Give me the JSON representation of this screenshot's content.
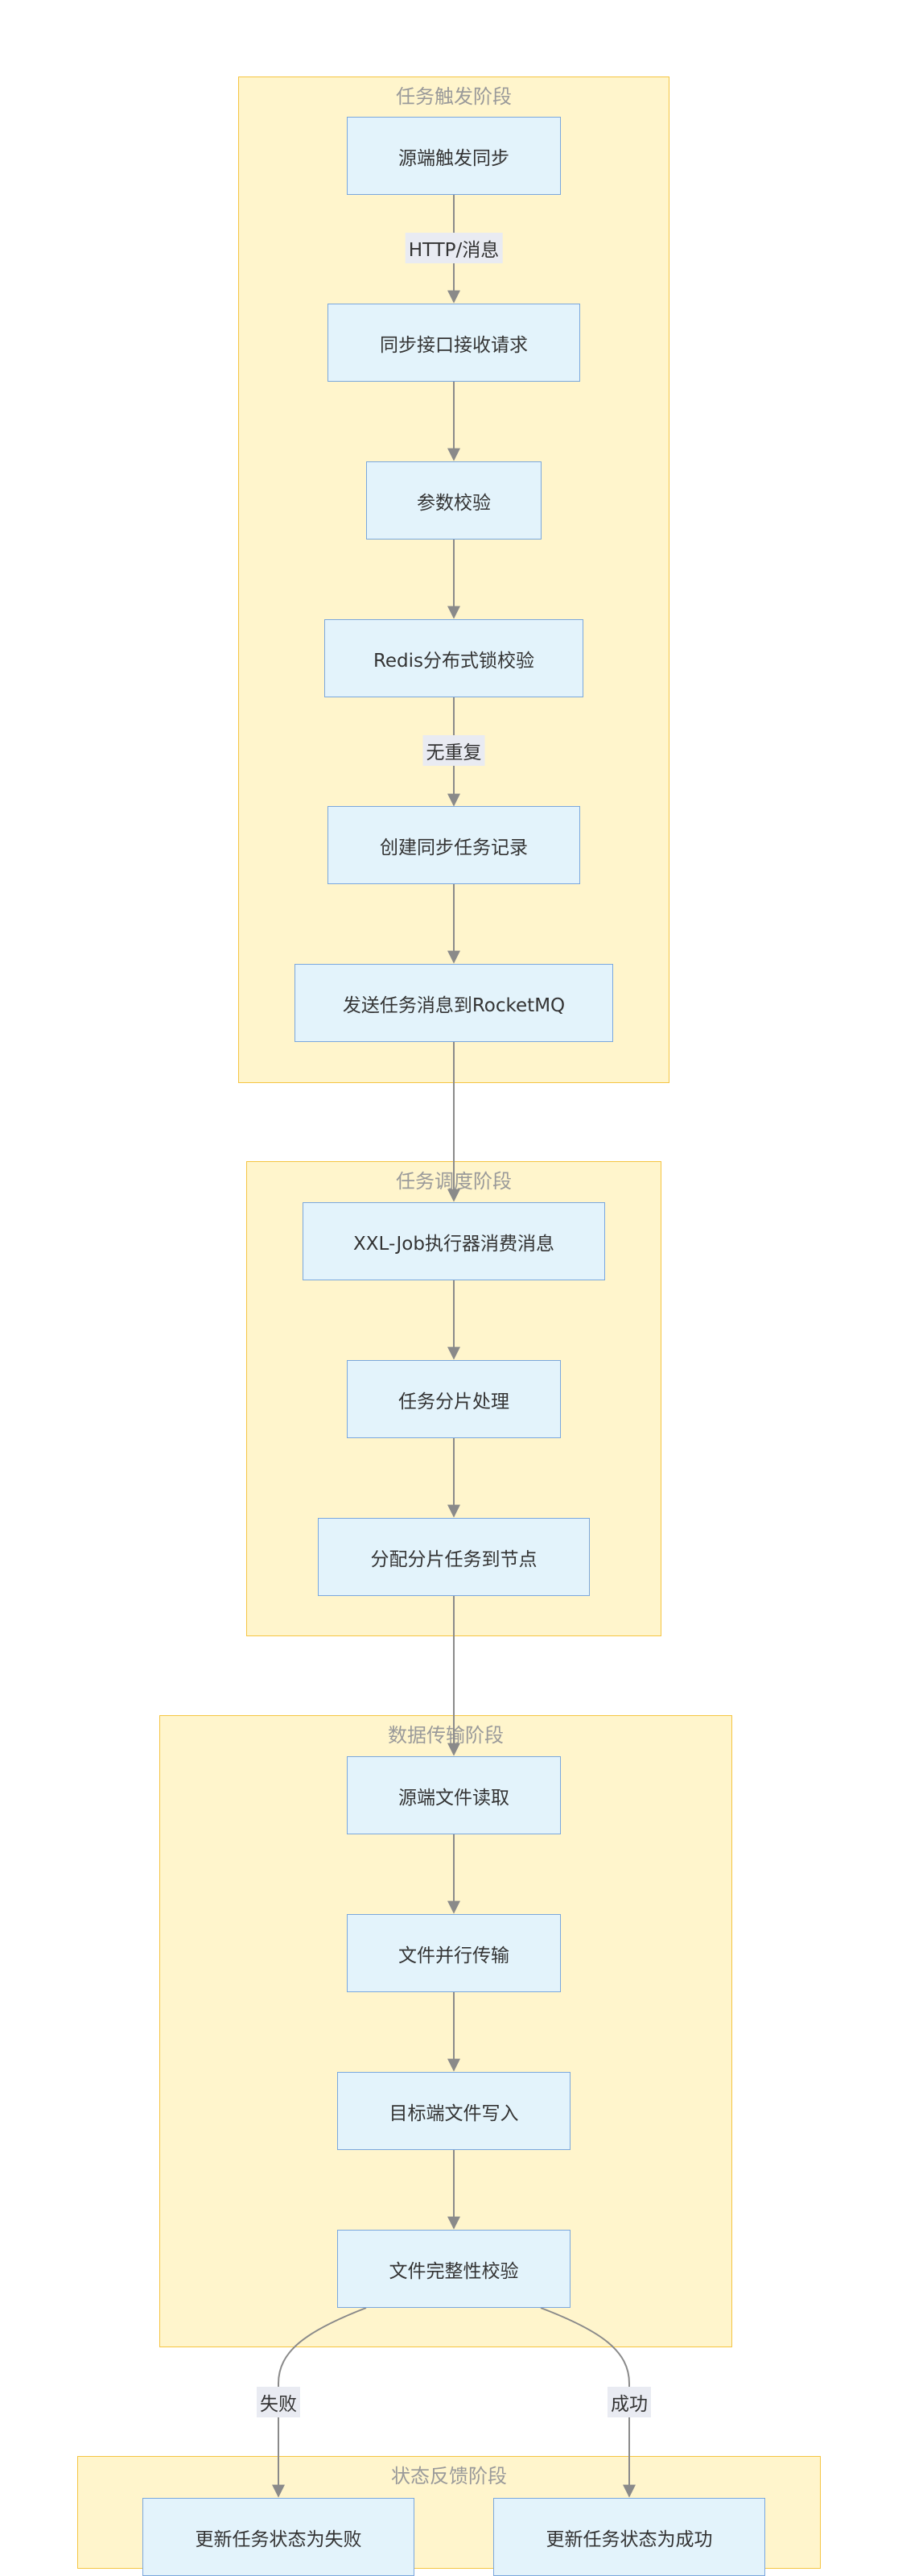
{
  "groups": [
    {
      "title": "任务触发阶段"
    },
    {
      "title": "任务调度阶段"
    },
    {
      "title": "数据传输阶段"
    },
    {
      "title": "状态反馈阶段"
    }
  ],
  "nodes": {
    "source_trigger": "源端触发同步",
    "sync_receive": "同步接口接收请求",
    "param_check": "参数校验",
    "redis_lock": "Redis分布式锁校验",
    "create_task": "创建同步任务记录",
    "send_mq": "发送任务消息到RocketMQ",
    "xxl_consume": "XXL-Job执行器消费消息",
    "shard_process": "任务分片处理",
    "assign_shard": "分配分片任务到节点",
    "read_source": "源端文件读取",
    "parallel_transfer": "文件并行传输",
    "write_target": "目标端文件写入",
    "integrity_check": "文件完整性校验",
    "status_fail": "更新任务状态为失败",
    "status_success": "更新任务状态为成功"
  },
  "edge_labels": {
    "http_msg": "HTTP/消息",
    "no_dup": "无重复",
    "fail": "失败",
    "success": "成功"
  },
  "colors": {
    "group_fill": "#fff5cc",
    "group_border": "#f5c542",
    "node_fill": "#e3f3fb",
    "node_border": "#7aa7dd",
    "edge": "#8a8a8a"
  }
}
